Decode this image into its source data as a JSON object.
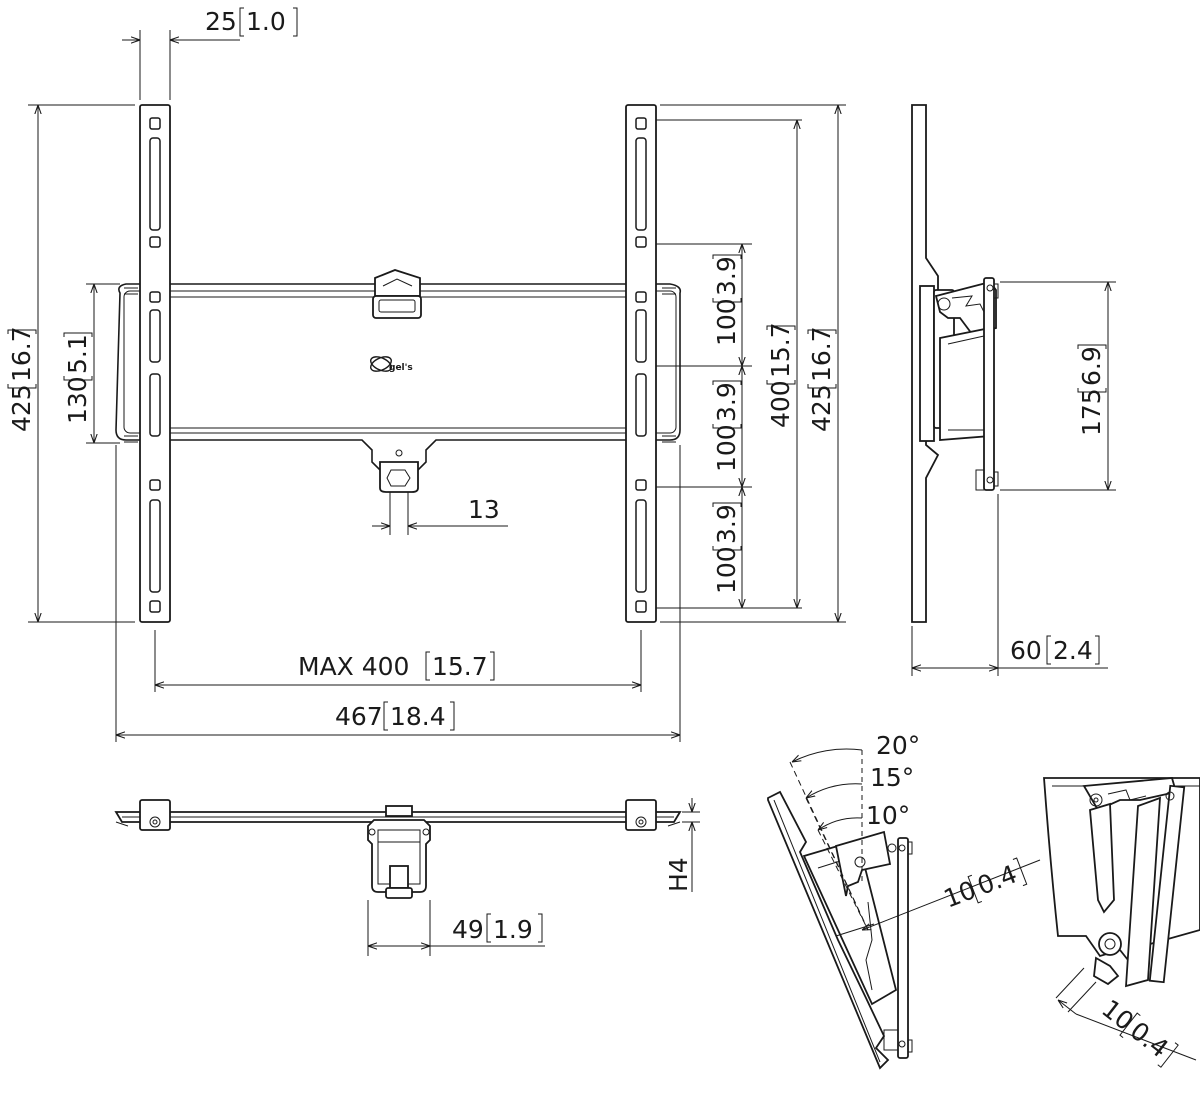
{
  "dimensions": {
    "top_width": "25",
    "top_width_in": "1.0",
    "left_height": "425",
    "left_height_in": "16.7",
    "frame_height": "130",
    "frame_height_in": "5.1",
    "right_height": "425",
    "right_height_in": "16.7",
    "vesa_height": "400",
    "vesa_height_in": "15.7",
    "pitch1": "100",
    "pitch1_in": "3.9",
    "pitch2": "100",
    "pitch2_in": "3.9",
    "pitch3": "100",
    "pitch3_in": "3.9",
    "bolt": "13",
    "max_width_prefix": "MAX 400",
    "max_width_in": "15.7",
    "total_width": "467",
    "total_width_in": "18.4",
    "side_height": "175",
    "side_height_in": "6.9",
    "depth": "60",
    "depth_in": "2.4",
    "thickness": "H4",
    "clip_width": "49",
    "clip_width_in": "1.9",
    "tilt_20": "20°",
    "tilt_15": "15°",
    "tilt_10": "10°",
    "gap1": "10",
    "gap1_in": "0.4",
    "gap2": "10",
    "gap2_in": "0.4"
  },
  "logo": {
    "text": "gel's"
  },
  "colors": {
    "line": "#1a1a1a",
    "background": "#ffffff"
  }
}
